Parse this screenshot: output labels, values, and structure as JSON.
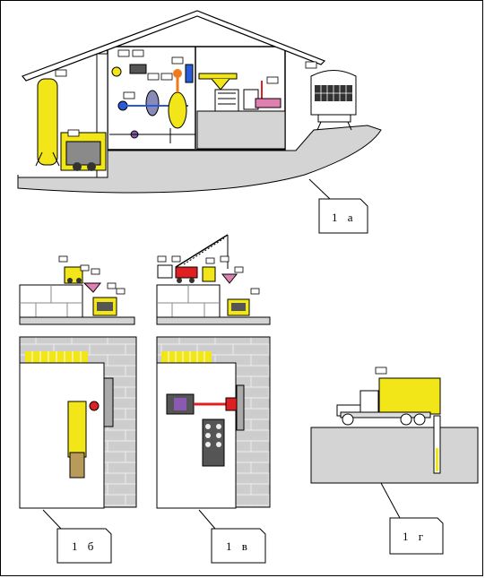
{
  "scenes": [
    {
      "id": "1a",
      "label": "1 а"
    },
    {
      "id": "1b",
      "label": "1 б"
    },
    {
      "id": "1v",
      "label": "1 в"
    },
    {
      "id": "1g",
      "label": "1 г"
    }
  ],
  "colors": {
    "yellow": "#f2e619",
    "ground": "#d4d4d4",
    "brick": "#c8c8c8",
    "dark": "#3a3a3a",
    "red": "#e02020",
    "blue": "#2a5bd7",
    "purple": "#8a5ab0",
    "orange": "#f07a1a",
    "pink": "#e080b0"
  },
  "icons": [
    "house",
    "tank",
    "truck",
    "crane",
    "cabinet",
    "well",
    "container"
  ]
}
